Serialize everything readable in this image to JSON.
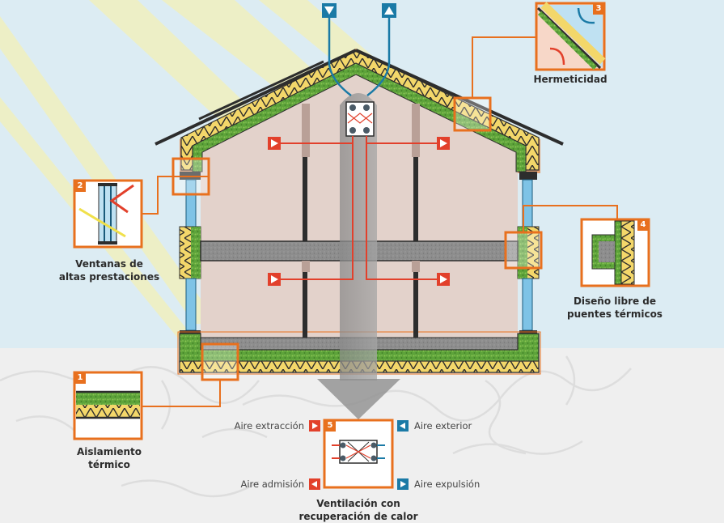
{
  "colors": {
    "sky": "#dcecf3",
    "ground": "#efefef",
    "sun_ray": "#f3f1b8",
    "interior": "#e3d2cb",
    "orange": "#e8701e",
    "red": "#e2402b",
    "blue": "#1a7aa6",
    "insulation_yellow": "#f3d76a",
    "insulation_green": "#5da33a",
    "concrete": "#8f8f8f",
    "dark": "#2d2d2d",
    "glass": "#7ec3e6"
  },
  "callouts": [
    {
      "number": "1",
      "title_line1": "Aislamiento",
      "title_line2": "térmico"
    },
    {
      "number": "2",
      "title_line1": "Ventanas de",
      "title_line2": "altas prestaciones"
    },
    {
      "number": "3",
      "title_line1": "Hermeticidad",
      "title_line2": ""
    },
    {
      "number": "4",
      "title_line1": "Diseño libre de",
      "title_line2": "puentes térmicos"
    },
    {
      "number": "5",
      "title_line1": "Ventilación con",
      "title_line2": "recuperación de calor"
    }
  ],
  "legend": {
    "extract": {
      "label": "Aire extracción",
      "icon": "red-right-arrow-icon"
    },
    "supply": {
      "label": "Aire admisión",
      "icon": "red-left-arrow-icon"
    },
    "outdoor": {
      "label": "Aire exterior",
      "icon": "blue-left-arrow-icon"
    },
    "exhaust": {
      "label": "Aire expulsión",
      "icon": "blue-right-arrow-icon"
    }
  }
}
